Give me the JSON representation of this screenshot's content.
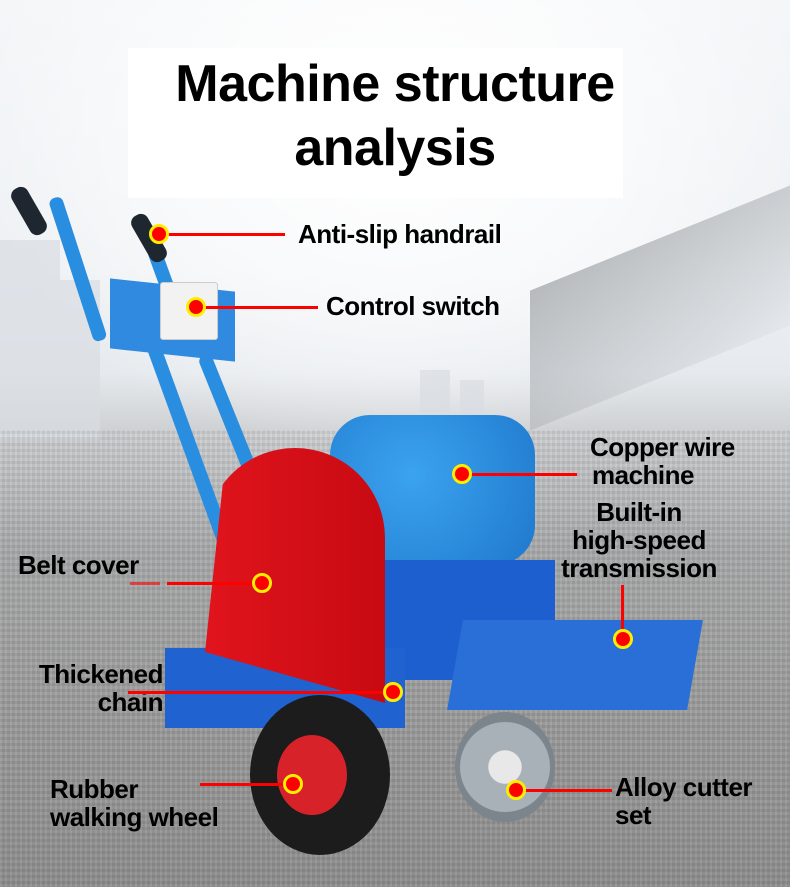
{
  "title": {
    "line1": "Machine structure",
    "line2": "analysis"
  },
  "colors": {
    "callout_line": "#ff0000",
    "dot_fill": "#ff0000",
    "dot_ring": "#ffee00",
    "machine_blue": "#1e6fd8",
    "cover_red": "#e0141c"
  },
  "callouts": [
    {
      "id": "anti-slip-handrail",
      "label": "Anti-slip handrail"
    },
    {
      "id": "control-switch",
      "label": "Control switch"
    },
    {
      "id": "copper-wire-machine",
      "line1": "Copper wire",
      "line2": "machine"
    },
    {
      "id": "built-in-transmission",
      "line1": "Built-in",
      "line2": "high-speed",
      "line3": "transmission"
    },
    {
      "id": "belt-cover",
      "label": "Belt cover"
    },
    {
      "id": "thickened-chain",
      "line1": "Thickened",
      "line2": "chain"
    },
    {
      "id": "rubber-walking-wheel",
      "line1": "Rubber",
      "line2": "walking wheel"
    },
    {
      "id": "alloy-cutter-set",
      "line1": "Alloy cutter",
      "line2": "set"
    }
  ]
}
